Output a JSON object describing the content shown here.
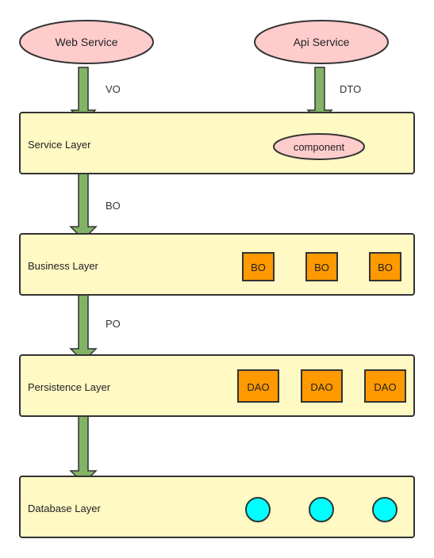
{
  "colors": {
    "ellipse_fill": "#ffcccc",
    "layer_fill": "#fff9c4",
    "box_fill": "#ff9900",
    "arrow_fill": "#82b366",
    "circle_fill": "#00ffff",
    "stroke": "#333333"
  },
  "services": {
    "web": "Web Service",
    "api": "Api Service"
  },
  "arrows": {
    "vo": "VO",
    "dto": "DTO",
    "bo": "BO",
    "po": "PO"
  },
  "layers": {
    "service": {
      "label": "Service Layer",
      "component": "component"
    },
    "business": {
      "label": "Business Layer",
      "boxes": [
        "BO",
        "BO",
        "BO"
      ]
    },
    "persistence": {
      "label": "Persistence Layer",
      "boxes": [
        "DAO",
        "DAO",
        "DAO"
      ]
    },
    "database": {
      "label": "Database Layer",
      "circle_icon": "database-circle-icon"
    }
  }
}
